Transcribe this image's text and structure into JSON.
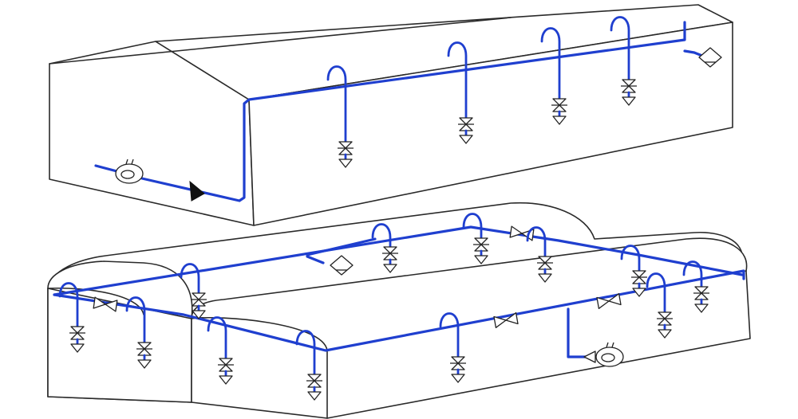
{
  "colors": {
    "pipe": "#1f3fcf",
    "outline": "#2a2a2a",
    "background": "#ffffff"
  },
  "buildings": [
    {
      "name": "gable-roof-building",
      "shape": "pitched roof"
    },
    {
      "name": "rounded-roof-building-complex",
      "shape": "barrel roofs"
    }
  ],
  "symbols": {
    "source": "compressor-icon",
    "drop_valve": "valve-icon",
    "line_valve": "gate-valve-icon",
    "dryer": "dryer-diamond-icon",
    "flow_arrow": "flow-arrow-icon"
  }
}
